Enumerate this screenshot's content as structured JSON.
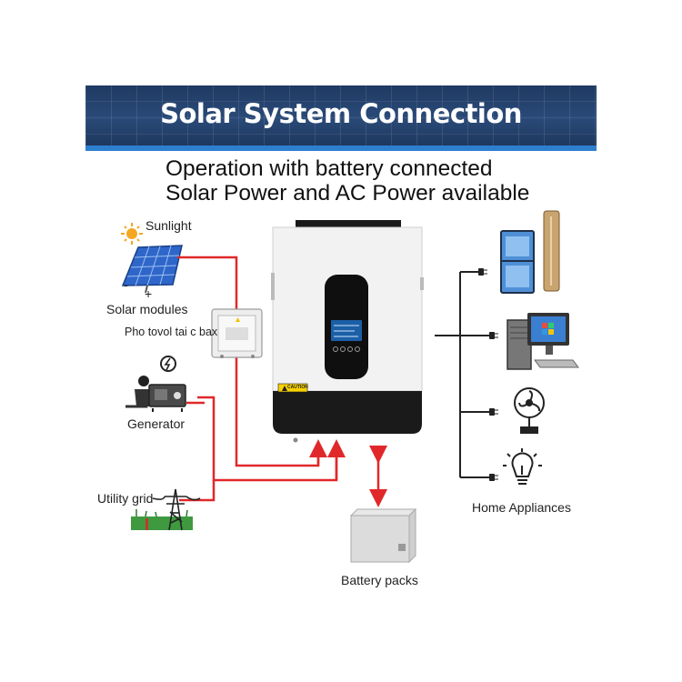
{
  "banner": {
    "title": "Solar System Connection"
  },
  "subtitle": {
    "line1": "Operation with battery connected",
    "line2": "Solar Power and AC Power available"
  },
  "labels": {
    "sunlight": "Sunlight",
    "minus": "-",
    "plus": "+",
    "solar_modules": "Solar modules",
    "combiner_box": "Pho tovol tai c bax",
    "generator": "Generator",
    "utility_grid": "Utility grid",
    "battery_packs": "Battery packs",
    "home_appliances": "Home Appliances",
    "caution": "CAUTION"
  },
  "colors": {
    "banner": "#1f3a63",
    "banner_stripe": "#2e7fd0",
    "connection_line": "#e0282a",
    "output_line": "#222222"
  }
}
